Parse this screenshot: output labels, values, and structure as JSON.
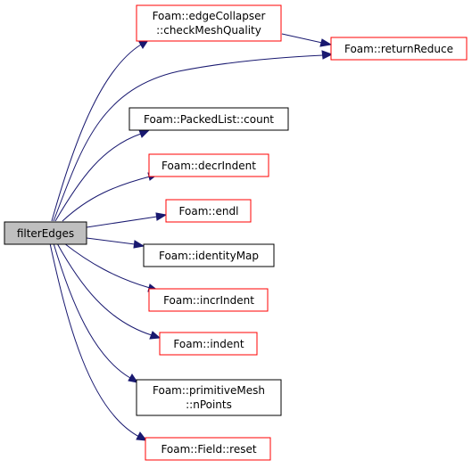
{
  "diagram": {
    "nodes": {
      "filter_edges": {
        "lines": [
          "filterEdges"
        ],
        "style": "root"
      },
      "check_mesh_quality": {
        "lines": [
          "Foam::edgeCollapser",
          "::checkMeshQuality"
        ],
        "style": "red"
      },
      "return_reduce": {
        "lines": [
          "Foam::returnReduce"
        ],
        "style": "red"
      },
      "packed_list_count": {
        "lines": [
          "Foam::PackedList::count"
        ],
        "style": "black"
      },
      "decr_indent": {
        "lines": [
          "Foam::decrIndent"
        ],
        "style": "red"
      },
      "endl": {
        "lines": [
          "Foam::endl"
        ],
        "style": "red"
      },
      "identity_map": {
        "lines": [
          "Foam::identityMap"
        ],
        "style": "black"
      },
      "incr_indent": {
        "lines": [
          "Foam::incrIndent"
        ],
        "style": "red"
      },
      "indent": {
        "lines": [
          "Foam::indent"
        ],
        "style": "red"
      },
      "primitive_mesh_npoints": {
        "lines": [
          "Foam::primitiveMesh",
          "::nPoints"
        ],
        "style": "black"
      },
      "field_reset": {
        "lines": [
          "Foam::Field::reset"
        ],
        "style": "red"
      }
    },
    "edges": [
      {
        "from": "filter_edges",
        "to": "check_mesh_quality"
      },
      {
        "from": "filter_edges",
        "to": "return_reduce"
      },
      {
        "from": "check_mesh_quality",
        "to": "return_reduce"
      },
      {
        "from": "filter_edges",
        "to": "packed_list_count"
      },
      {
        "from": "filter_edges",
        "to": "decr_indent"
      },
      {
        "from": "filter_edges",
        "to": "endl"
      },
      {
        "from": "filter_edges",
        "to": "identity_map"
      },
      {
        "from": "filter_edges",
        "to": "incr_indent"
      },
      {
        "from": "filter_edges",
        "to": "indent"
      },
      {
        "from": "filter_edges",
        "to": "primitive_mesh_npoints"
      },
      {
        "from": "filter_edges",
        "to": "field_reset"
      }
    ],
    "colors": {
      "edge": "#191970",
      "root_fill": "#bfbfbf",
      "red_border": "#ff0000",
      "black_border": "#000000"
    }
  }
}
